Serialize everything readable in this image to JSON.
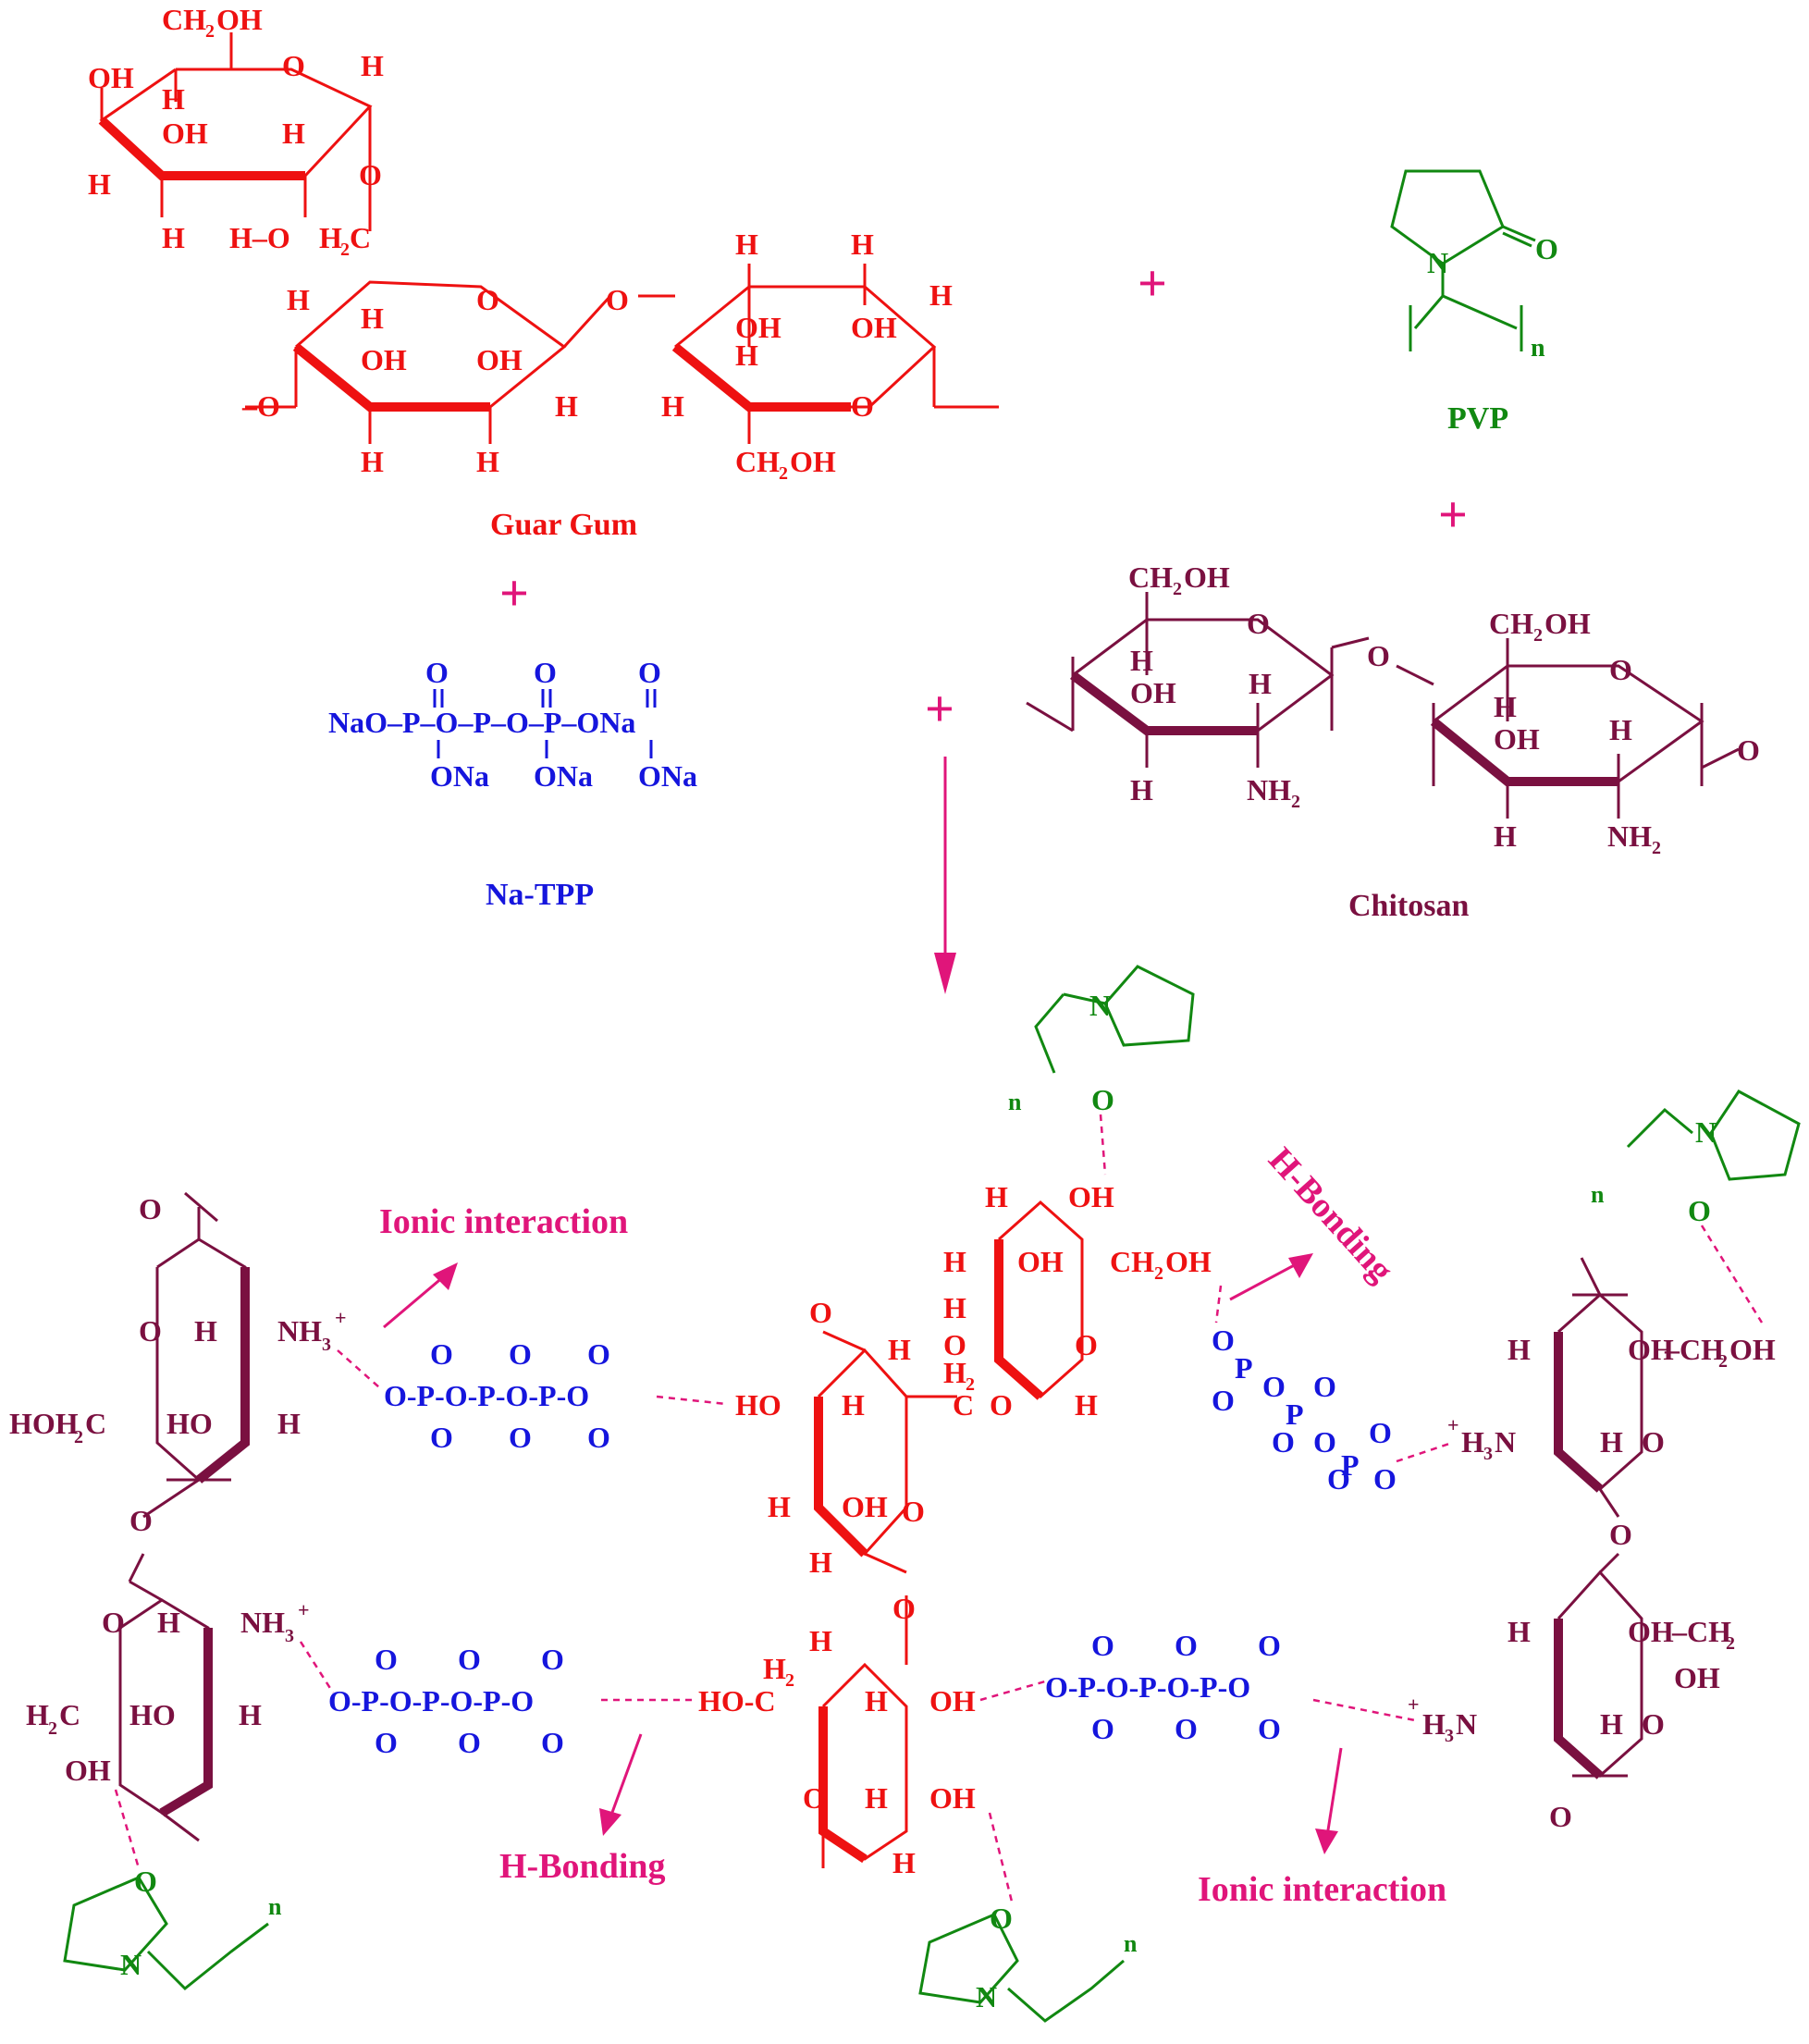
{
  "labels": {
    "guar_gum": "Guar Gum",
    "pvp": "PVP",
    "na_tpp": "Na-TPP",
    "chitosan": "Chitosan",
    "ionic_top": "Ionic interaction",
    "hbond_top": "H-Bonding",
    "hbond_bottom": "H-Bonding",
    "ionic_bottom": "Ionic interaction"
  },
  "symbols": {
    "plus": "+",
    "repeat_n": "n"
  },
  "reactants": {
    "tpp_row": "NaO–P–O–P–O–P–ONa",
    "tpp_sub": "ONa    ONa    ONa",
    "tpp_top": "O      O      O"
  },
  "colors": {
    "guar_gum": "#ee1111",
    "pvp": "#118811",
    "na_tpp": "#1515dd",
    "chitosan": "#7a1040",
    "annotation": "#e0157a"
  }
}
